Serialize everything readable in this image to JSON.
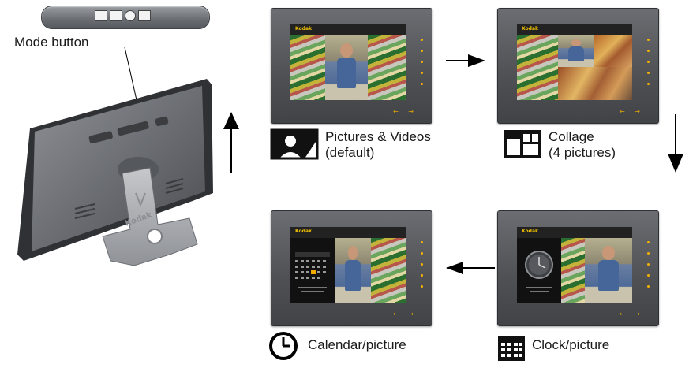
{
  "mode_button": {
    "label": "Mode button"
  },
  "modes": [
    {
      "name": "Pictures & Videos",
      "detail": "(default)",
      "icon": "picture-person-icon"
    },
    {
      "name": "Collage",
      "detail": "(4 pictures)",
      "icon": "collage-grid-icon"
    },
    {
      "name": "Calendar/picture",
      "detail": "",
      "icon": "clock-icon"
    },
    {
      "name": "Clock/picture",
      "detail": "",
      "icon": "calendar-grid-icon"
    }
  ],
  "screens": {
    "brand_logo": "Kodak",
    "nav_arrows": "← →"
  },
  "device": {
    "stand_brand": "Kodak"
  },
  "colors": {
    "frame": "#55585c",
    "led": "#f3b300",
    "logo": "#f2c200"
  }
}
